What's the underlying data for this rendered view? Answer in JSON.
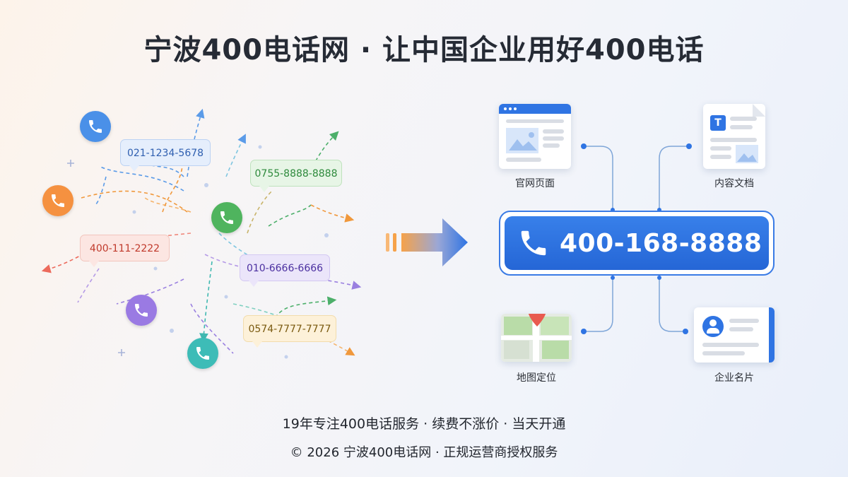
{
  "title": "宁波400电话网 · 让中国企业用好400电话",
  "scattered_numbers": [
    {
      "text": "021-1234-5678",
      "color": "#2f5fb0"
    },
    {
      "text": "0755-8888-8888",
      "color": "#2e8a3c"
    },
    {
      "text": "400-111-2222",
      "color": "#c0392b"
    },
    {
      "text": "010-6666-6666",
      "color": "#4b2fa0"
    },
    {
      "text": "0574-7777-7777",
      "color": "#7a5a10"
    }
  ],
  "hub": {
    "number": "400-168-8888",
    "icon": "phone-icon",
    "color": "#2f74e3"
  },
  "cards": [
    {
      "label": "官网页面",
      "icon": "webpage-icon"
    },
    {
      "label": "内容文档",
      "icon": "document-icon"
    },
    {
      "label": "地图定位",
      "icon": "map-pin-icon"
    },
    {
      "label": "企业名片",
      "icon": "business-card-icon"
    }
  ],
  "document_badge": "T",
  "footer": {
    "line1": "19年专注400电话服务 · 续费不涨价 · 当天开通",
    "line2": "© 2026 宁波400电话网 · 正规运营商授权服务"
  }
}
